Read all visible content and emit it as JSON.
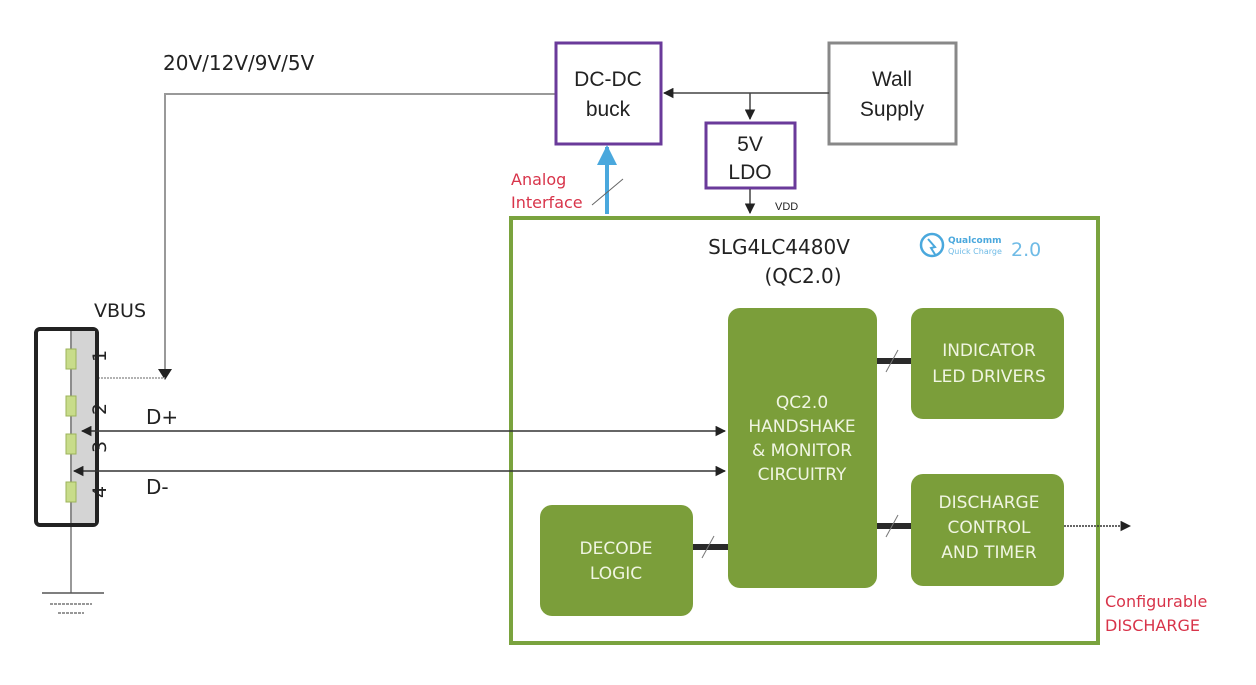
{
  "diagram": {
    "voltage_label": "20V/12V/9V/5V",
    "dcdc": {
      "line1": "DC-DC",
      "line2": "buck"
    },
    "wall": {
      "line1": "Wall",
      "line2": "Supply"
    },
    "ldo": {
      "line1": "5V",
      "line2": "LDO"
    },
    "vdd_label": "VDD",
    "analog": {
      "line1": "Analog",
      "line2": "Interface"
    },
    "chip": {
      "line1": "SLG4LC4480V",
      "line2": "(QC2.0)"
    },
    "logo": {
      "brand": "Qualcomm",
      "product": "Quick Charge",
      "version": "2.0"
    },
    "vbus_label": "VBUS",
    "pins": [
      "1",
      "2",
      "3",
      "4"
    ],
    "dplus_label": "D+",
    "dminus_label": "D-",
    "blocks": {
      "handshake": [
        "QC2.0",
        "HANDSHAKE",
        "& MONITOR",
        "CIRCUITRY"
      ],
      "indicator": [
        "INDICATOR",
        "LED DRIVERS"
      ],
      "discharge": [
        "DISCHARGE",
        "CONTROL",
        "AND TIMER"
      ],
      "decode": [
        "DECODE",
        "LOGIC"
      ]
    },
    "configurable": {
      "line1": "Configurable",
      "line2": "DISCHARGE"
    },
    "colors": {
      "block_green": "#7b9e3a",
      "chip_border": "#7aa33e",
      "purple": "#6a3a9a",
      "red_label": "#d8344a",
      "blue_link": "#4aa8dd"
    }
  }
}
